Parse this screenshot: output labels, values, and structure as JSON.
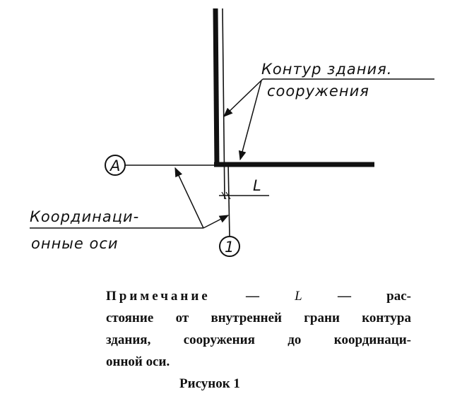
{
  "figure": {
    "axis_a_label": "A",
    "axis_1_label": "1",
    "dimension_label": "L",
    "contour_label_line1": "Контур здания.",
    "contour_label_line2": "сооружения",
    "axes_label_line1": "Координаци-",
    "axes_label_line2": "онные оси"
  },
  "note": {
    "heading": "Примечание",
    "dash1": " — ",
    "symbol": "L",
    "dash2": " — рас-",
    "line2": "стояние от внутренней грани контура",
    "line3": "здания, сооружения до координаци-",
    "line4": "онной оси."
  },
  "caption": "Рисунок 1"
}
